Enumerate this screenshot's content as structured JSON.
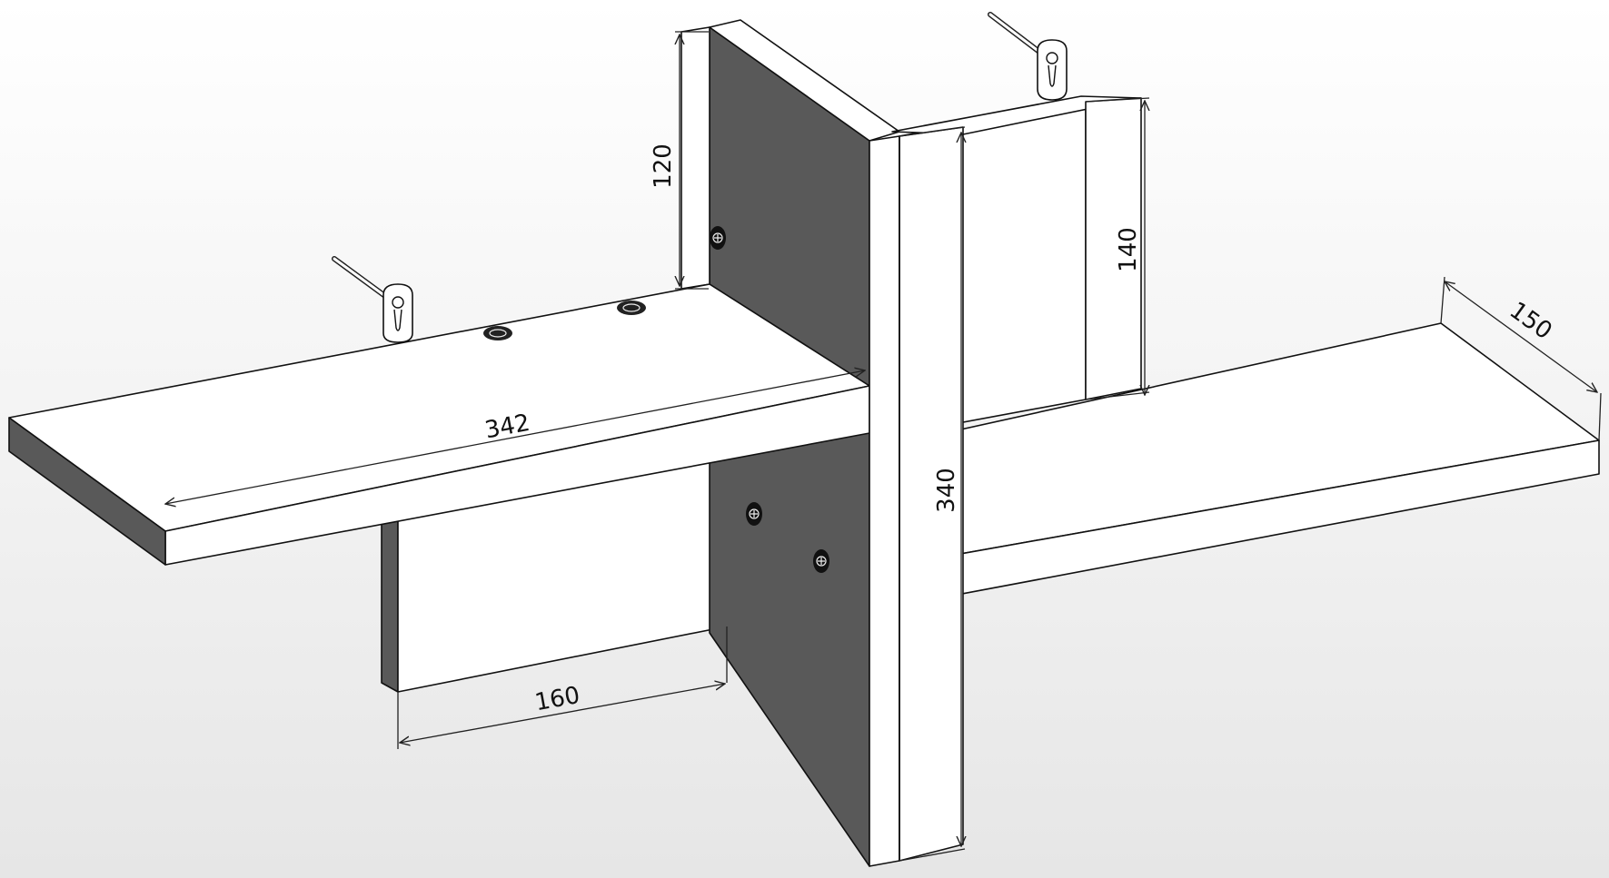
{
  "drawing": {
    "colors": {
      "face_light": "#ffffff",
      "face_dark": "#595959",
      "edge": "#111111"
    },
    "dimensions": [
      {
        "id": "dim-342",
        "label": "342"
      },
      {
        "id": "dim-160",
        "label": "160"
      },
      {
        "id": "dim-120",
        "label": "120"
      },
      {
        "id": "dim-140",
        "label": "140"
      },
      {
        "id": "dim-340",
        "label": "340"
      },
      {
        "id": "dim-150",
        "label": "150"
      }
    ],
    "hardware": [
      {
        "id": "hanger-left",
        "type": "keyhole-hanger-icon"
      },
      {
        "id": "hanger-right",
        "type": "keyhole-hanger-icon"
      }
    ]
  }
}
